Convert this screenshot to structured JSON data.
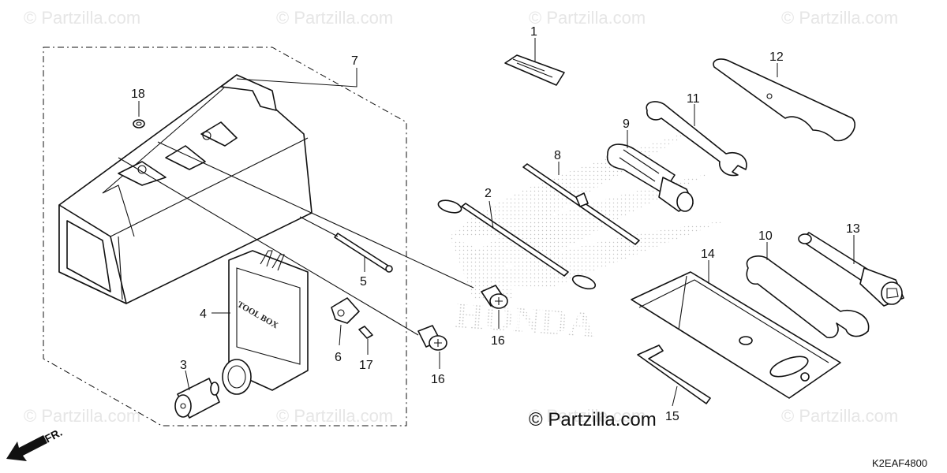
{
  "watermarks": [
    "© Partzilla.com",
    "© Partzilla.com",
    "© Partzilla.com",
    "© Partzilla.com",
    "© Partzilla.com",
    "© Partzilla.com",
    "© Partzilla.com",
    "© Partzilla.com"
  ],
  "copyright": "© Partzilla.com",
  "diagram_code": "K2EAF4800",
  "front_label": "FR.",
  "logo_text": "HONDA",
  "case_stamp": "TOOL BOX",
  "callouts": [
    "1",
    "2",
    "3",
    "4",
    "5",
    "6",
    "7",
    "8",
    "9",
    "10",
    "11",
    "12",
    "13",
    "14",
    "15",
    "16",
    "16",
    "17",
    "18"
  ]
}
